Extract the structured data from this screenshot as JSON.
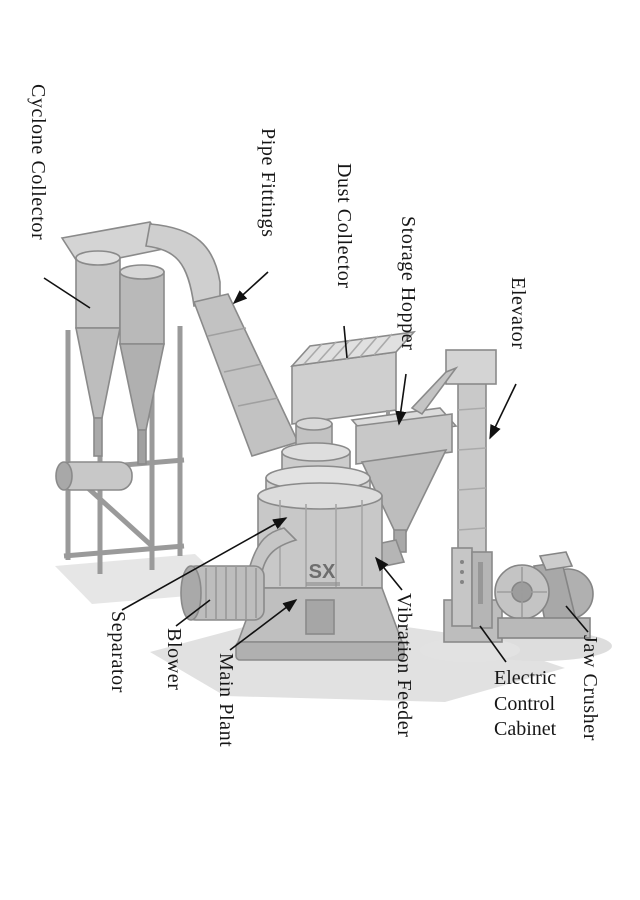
{
  "diagram": {
    "logo_text": "SX",
    "labels": [
      {
        "id": "cyclone-collector",
        "text": "Cyclone Collector"
      },
      {
        "id": "pipe-fittings",
        "text": "Pipe Fittings"
      },
      {
        "id": "dust-collector",
        "text": "Dust Collector"
      },
      {
        "id": "storage-hopper",
        "text": "Storage Hopper"
      },
      {
        "id": "elevator",
        "text": "Elevator"
      },
      {
        "id": "separator",
        "text": "Separator"
      },
      {
        "id": "blower",
        "text": "Blower"
      },
      {
        "id": "main-plant",
        "text": "Main Plant"
      },
      {
        "id": "vibration-feeder",
        "text": "Vibration Feeder"
      },
      {
        "id": "electric-control-cabinet",
        "text": "Electric Control Cabinet"
      },
      {
        "id": "jaw-crusher",
        "text": "Jaw Crusher"
      }
    ]
  }
}
